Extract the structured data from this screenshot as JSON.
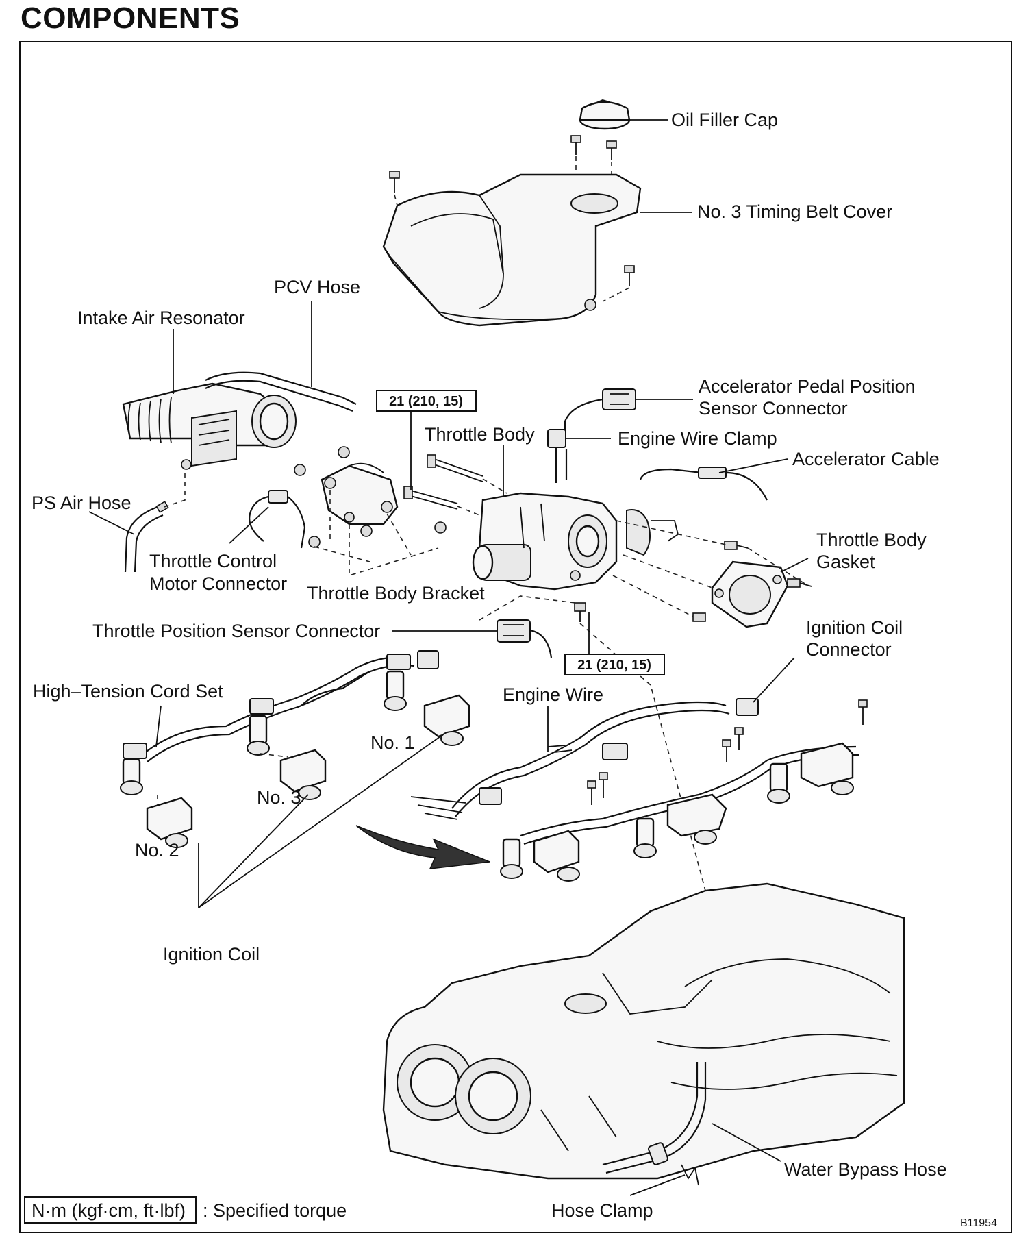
{
  "title": "COMPONENTS",
  "diagram_code": "B11954",
  "labels": {
    "oil_filler_cap": "Oil Filler Cap",
    "no3_timing_belt_cover": "No. 3 Timing Belt Cover",
    "pcv_hose": "PCV Hose",
    "intake_air_resonator": "Intake Air Resonator",
    "accel_pedal_position_1": "Accelerator Pedal Position",
    "accel_pedal_position_2": "Sensor Connector",
    "throttle_body": "Throttle Body",
    "engine_wire_clamp": "Engine Wire Clamp",
    "accelerator_cable": "Accelerator Cable",
    "ps_air_hose": "PS Air Hose",
    "throttle_body_gasket_1": "Throttle  Body",
    "throttle_body_gasket_2": "Gasket",
    "throttle_control_motor_1": "Throttle Control",
    "throttle_control_motor_2": "Motor Connector",
    "throttle_body_bracket": "Throttle Body Bracket",
    "throttle_position_sensor": "Throttle Position Sensor Connector",
    "ignition_coil_connector_1": "Ignition  Coil",
    "ignition_coil_connector_2": "Connector",
    "high_tension_cord_set": "High–Tension Cord Set",
    "engine_wire": "Engine Wire",
    "no1": "No. 1",
    "no3": "No. 3",
    "no2": "No. 2",
    "ignition_coil": "Ignition Coil",
    "water_bypass_hose": "Water Bypass Hose",
    "hose_clamp": "Hose Clamp"
  },
  "torque": {
    "upper": "21 (210, 15)",
    "lower": "21 (210, 15)"
  },
  "legend": {
    "unit_box": "N·m (kgf·cm, ft·lbf)",
    "description": ": Specified torque"
  }
}
